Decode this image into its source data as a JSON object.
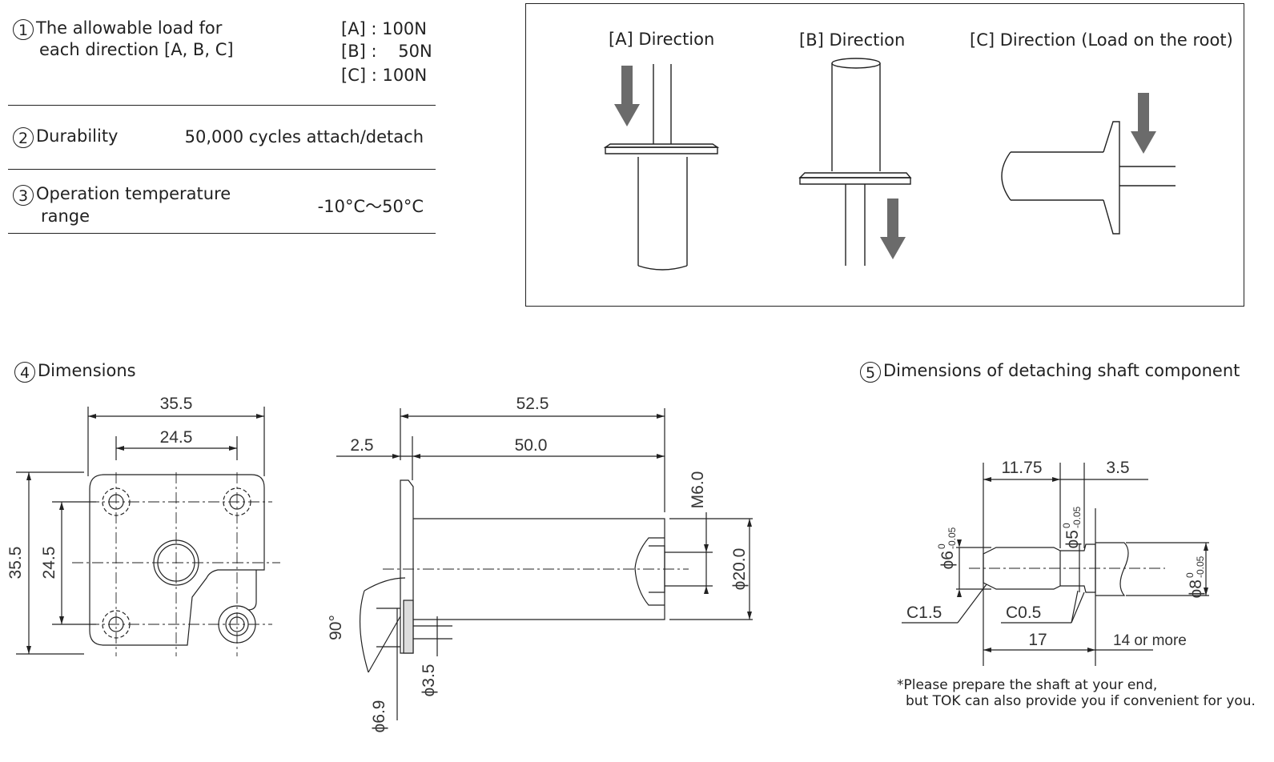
{
  "specs": {
    "load": {
      "num": "1",
      "label_line1": "The allowable load for",
      "label_line2": "each direction [A, B, C]",
      "values": [
        "[A] : 100N",
        "[B] :    50N",
        "[C] : 100N"
      ]
    },
    "durability": {
      "num": "2",
      "label": "Durability",
      "value": "50,000 cycles attach/detach"
    },
    "temperature": {
      "num": "3",
      "label_line1": "Operation temperature",
      "label_line2": "range",
      "value": "-10°C～50°C"
    }
  },
  "directions": {
    "a": "[A] Direction",
    "b": "[B] Direction",
    "c": "[C] Direction (Load on the root)"
  },
  "dimensions": {
    "num": "4",
    "title": "Dimensions",
    "front": {
      "w_outer": "35.5",
      "w_inner": "24.5",
      "h_outer": "35.5",
      "h_inner": "24.5"
    },
    "side": {
      "len_total": "52.5",
      "len_body": "50.0",
      "flange": "2.5",
      "thread": "M6.0",
      "dia_body": "ϕ20.0",
      "angle": "90°",
      "dia_csk": "ϕ6.9",
      "dia_hole": "ϕ3.5"
    }
  },
  "shaft": {
    "num": "5",
    "title": "Dimensions of detaching shaft component",
    "d_1175": "11.75",
    "d_35": "3.5",
    "d_6": "ϕ6",
    "d_6_tol_top": "0",
    "d_6_tol_bot": "-0.05",
    "d_5": "ϕ5",
    "d_5_tol_top": "0",
    "d_5_tol_bot": "-0.05",
    "d_8": "ϕ8",
    "d_8_tol_top": "0",
    "d_8_tol_bot": "-0.05",
    "c15": "C1.5",
    "c05": "C0.5",
    "d_17": "17",
    "d_14": "14 or more",
    "note_line1": "*Please prepare the shaft at your end,",
    "note_line2": "but TOK can also provide you if convenient for you."
  },
  "colors": {
    "line": "#222222",
    "arrow": "#6b6b6b",
    "hatch": "#bbbbbb"
  }
}
